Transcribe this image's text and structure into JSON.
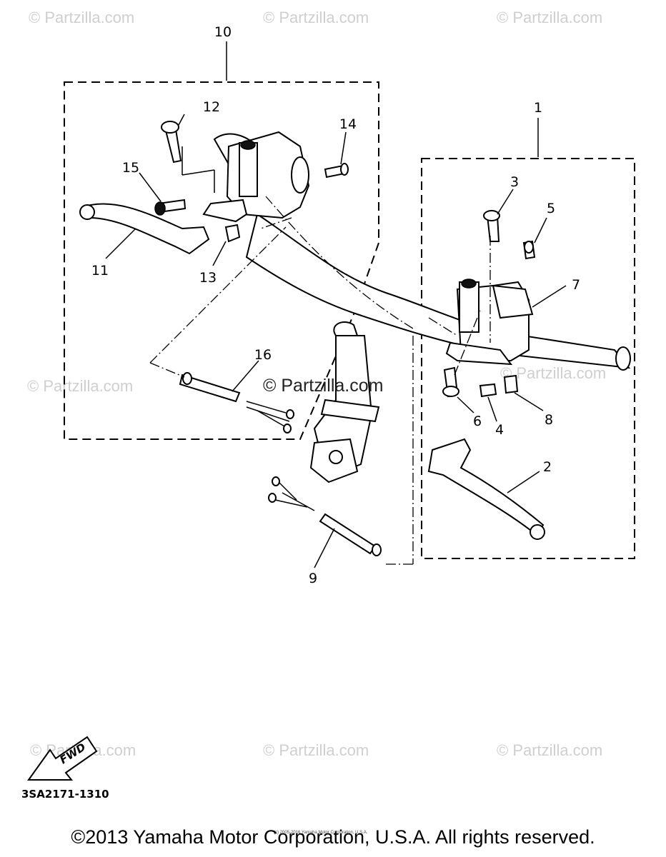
{
  "watermarks": {
    "corner": "© Partzilla.com",
    "center": "© Partzilla.com",
    "left_mid": "© Partzilla.com",
    "right_mid": "© Partzilla.com",
    "fwd_partial": "© Partzilla.com"
  },
  "callouts": {
    "c1": "1",
    "c2": "2",
    "c3": "3",
    "c4": "4",
    "c5": "5",
    "c6": "6",
    "c7": "7",
    "c8": "8",
    "c9": "9",
    "c10": "10",
    "c11": "11",
    "c12": "12",
    "c13": "13",
    "c14": "14",
    "c15": "15",
    "c16": "16"
  },
  "fwd_label": "FWD",
  "part_code": "3SA2171-1310",
  "fine_print": "(c) 2005-2016 Yamaha Motor Corporation, U.S.A.",
  "copyright": "©2013 Yamaha Motor Corporation, U.S.A. All rights reserved."
}
